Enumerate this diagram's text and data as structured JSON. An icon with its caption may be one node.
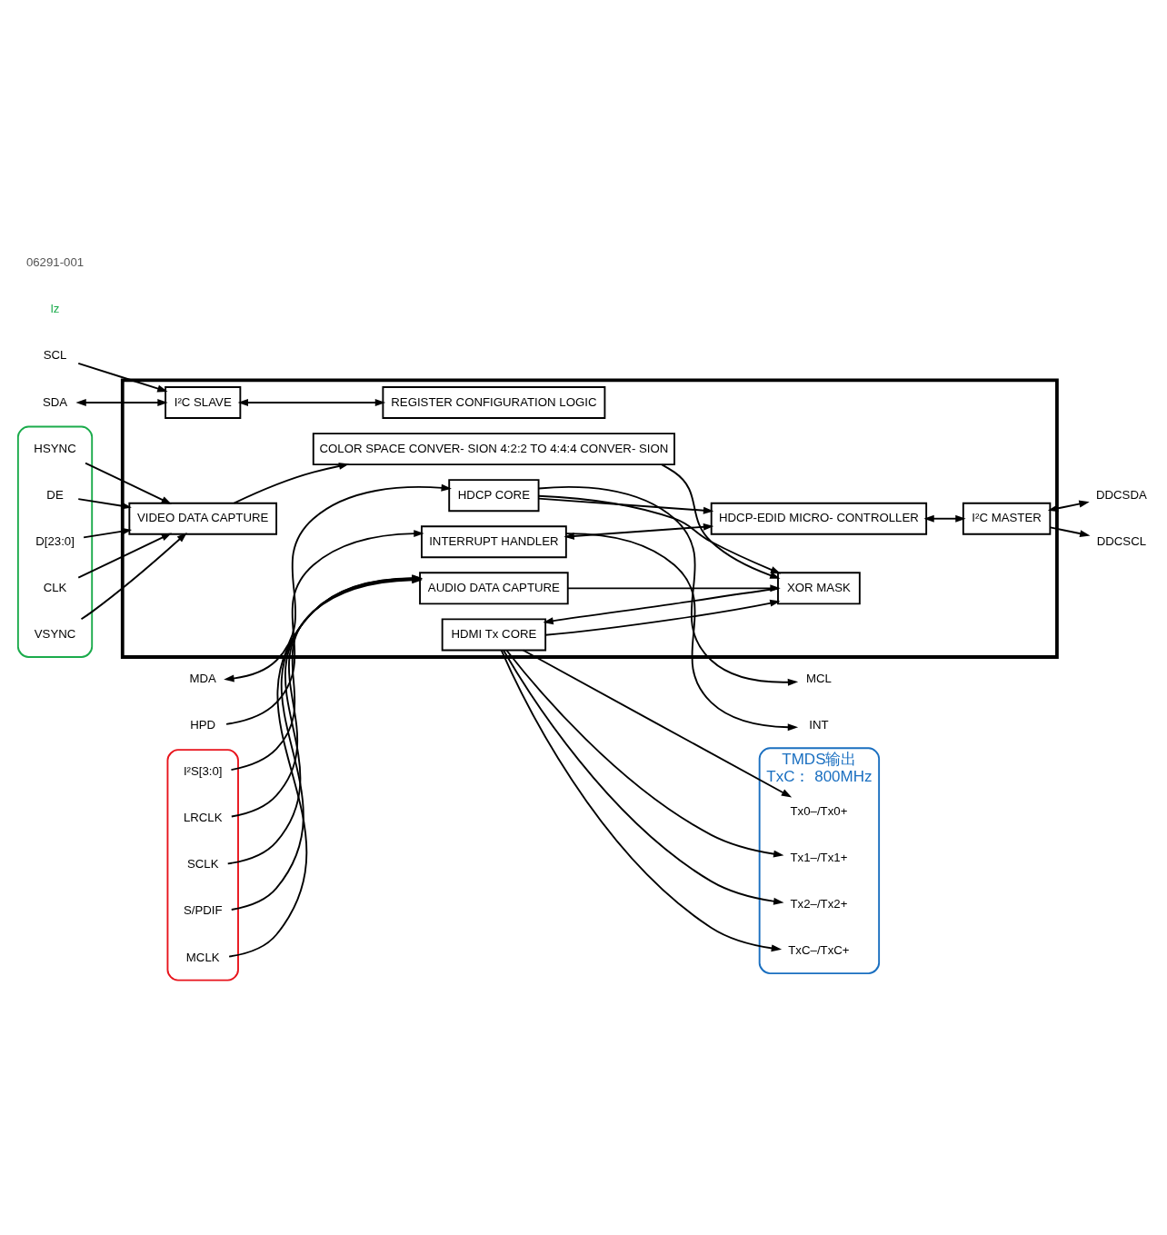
{
  "diagram": {
    "nodes": [
      {
        "text": [
          "SCL"
        ]
      },
      {
        "text": [
          "SDA"
        ]
      },
      {
        "text": [
          "MCL"
        ]
      },
      {
        "text": [
          "MDA"
        ]
      },
      {
        "text": [
          "INT"
        ]
      },
      {
        "text": [],
        "shape": "box"
      },
      {
        "text": [
          "I²C SLAVE"
        ],
        "in": 5
      },
      {
        "text": [
          "HDCP CORE"
        ],
        "in": 5
      },
      {
        "text": [
          "INTERRUPT HANDLER"
        ],
        "in": 5
      },
      {
        "text": [
          "HPD"
        ]
      },
      {
        "text": [
          "REGISTER CONFIGURATION LOGIC"
        ],
        "in": 5
      },
      {
        "text": [
          "HDCP-EDID MICRO- CONTROLLER"
        ],
        "in": 5
      },
      {
        "text": [
          "I²C MASTER"
        ],
        "in": 5
      },
      {
        "text": [
          "DDCSDA"
        ]
      },
      {
        "text": [
          "DDCSCL"
        ]
      },
      {
        "text": [],
        "shape": "ellipse"
      },
      {
        "text": [
          "CLK"
        ],
        "in": 15
      },
      {
        "text": [
          "VSYNC"
        ],
        "in": 15
      },
      {
        "text": [
          "HSYNC"
        ],
        "in": 15
      },
      {
        "text": [
          "DE"
        ],
        "in": 15
      },
      {
        "text": [
          "D[23:0]"
        ],
        "in": 15
      },
      {
        "text": [
          "VIDEO DATA CAPTURE"
        ],
        "in": 5
      },
      {
        "text": [
          "COLOR SPACE CONVER- SION 4:2:2 TO 4:4:4 CONVER- SION"
        ],
        "in": 5
      },
      {
        "text": [
          "HDMI Tx CORE"
        ],
        "in": 5
      },
      {
        "text": [],
        "shape": "ellipse",
        "beside": [
          "TMDS输出",
          "TxC： 800MHz"
        ]
      },
      {
        "text": [
          "Tx0–/Tx0+"
        ],
        "in": 24
      },
      {
        "text": [
          "Tx1–/Tx1+"
        ],
        "in": 24
      },
      {
        "text": [
          "Tx2–/Tx2+"
        ],
        "in": 24
      },
      {
        "text": [
          "TxC–/TxC+"
        ],
        "in": 24
      },
      {
        "text": [
          "XOR MASK"
        ],
        "in": 5
      },
      {
        "text": [],
        "shape": "ellipse"
      },
      {
        "text": [
          "S/PDIF"
        ],
        "in": 30
      },
      {
        "text": [
          "MCLK"
        ],
        "in": 30
      },
      {
        "text": [
          "I²S[3:0]"
        ],
        "in": 30
      },
      {
        "text": [
          "LRCLK"
        ],
        "in": 30
      },
      {
        "text": [
          "SCLK"
        ],
        "in": 30
      },
      {
        "text": [
          "AUDIO DATA CAPTURE"
        ],
        "in": 5
      }
    ],
    "edges": [
      {
        "from": 0,
        "to": 6,
        "arrow": "to"
      },
      {
        "from": 1,
        "to": 6,
        "arrow": "both"
      },
      {
        "from": 7,
        "to": 2,
        "arrow": "to"
      },
      {
        "from": 3,
        "to": 7,
        "arrow": "both"
      },
      {
        "from": 8,
        "to": 4,
        "arrow": "to"
      },
      {
        "from": 9,
        "to": 8,
        "arrow": "to"
      },
      {
        "from": 6,
        "to": 10,
        "arrow": "both"
      },
      {
        "from": 8,
        "to": 11,
        "arrow": "both"
      },
      {
        "from": 7,
        "to": 11,
        "arrow": "to"
      },
      {
        "from": 11,
        "to": 12,
        "arrow": "both"
      },
      {
        "from": 12,
        "to": 13,
        "arrow": "both"
      },
      {
        "from": 12,
        "to": 14,
        "arrow": "to"
      },
      {
        "from": 16,
        "to": 21,
        "arrow": "to"
      },
      {
        "from": 17,
        "to": 21,
        "arrow": "to"
      },
      {
        "from": 18,
        "to": 21,
        "arrow": "to"
      },
      {
        "from": 19,
        "to": 21,
        "arrow": "to"
      },
      {
        "from": 20,
        "to": 21,
        "arrow": "to"
      },
      {
        "from": 21,
        "to": 22,
        "arrow": "to"
      },
      {
        "from": 22,
        "to": 29,
        "arrow": "to"
      },
      {
        "from": 7,
        "to": 29,
        "arrow": "to"
      },
      {
        "from": 29,
        "to": 23,
        "arrow": "to"
      },
      {
        "from": 23,
        "to": 29,
        "arrow": "to"
      },
      {
        "from": 23,
        "to": 25,
        "arrow": "to"
      },
      {
        "from": 23,
        "to": 26,
        "arrow": "to"
      },
      {
        "from": 23,
        "to": 27,
        "arrow": "to"
      },
      {
        "from": 23,
        "to": 28,
        "arrow": "to"
      },
      {
        "from": 31,
        "to": 36,
        "arrow": "to"
      },
      {
        "from": 32,
        "to": 36,
        "arrow": "to"
      },
      {
        "from": 33,
        "to": 36,
        "arrow": "to"
      },
      {
        "from": 34,
        "to": 36,
        "arrow": "to"
      },
      {
        "from": 35,
        "to": 36,
        "arrow": "to"
      },
      {
        "from": 36,
        "to": 29,
        "arrow": "to"
      }
    ],
    "labels": [
      "lz",
      "06291-001"
    ]
  }
}
